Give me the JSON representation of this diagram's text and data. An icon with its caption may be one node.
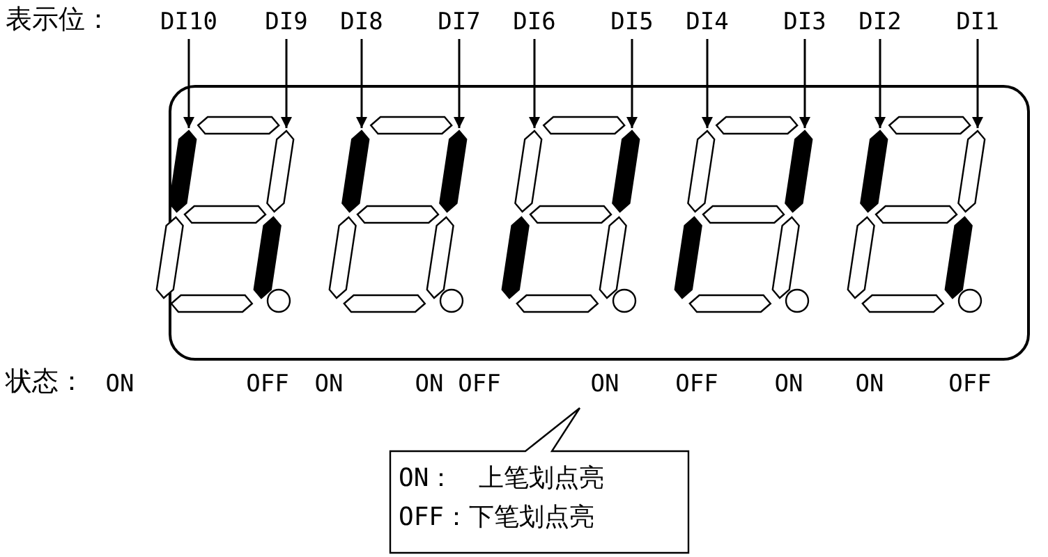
{
  "diagram": {
    "nodes": [
      {
        "text": [
          "DI10"
        ]
      },
      {
        "text": [
          "DI9"
        ]
      },
      {
        "text": [
          "DI8"
        ]
      },
      {
        "text": [
          "DI7"
        ]
      },
      {
        "text": [
          "DI6"
        ]
      },
      {
        "text": [
          "DI5"
        ]
      },
      {
        "text": [
          "DI4"
        ]
      },
      {
        "text": [
          "DI3"
        ]
      },
      {
        "text": [
          "DI2"
        ]
      },
      {
        "text": [
          "DI1"
        ]
      },
      {
        "text": [
          "ON：　上笔划点亮",
          "OFF：下笔划点亮"
        ]
      }
    ],
    "edges": [
      {
        "from": 0,
        "to": null,
        "arrow": "to"
      },
      {
        "from": 1,
        "to": null,
        "arrow": "to"
      },
      {
        "from": 2,
        "to": null,
        "arrow": "to"
      },
      {
        "from": 3,
        "to": null,
        "arrow": "to"
      },
      {
        "from": 4,
        "to": null,
        "arrow": "to"
      },
      {
        "from": 5,
        "to": null,
        "arrow": "to"
      },
      {
        "from": 6,
        "to": null,
        "arrow": "to"
      },
      {
        "from": 7,
        "to": null,
        "arrow": "to"
      },
      {
        "from": 8,
        "to": null,
        "arrow": "to"
      },
      {
        "from": 9,
        "to": null,
        "arrow": "to"
      }
    ],
    "labels": [
      "表示位：",
      "状态：",
      "ON",
      "OFF",
      "ON",
      "ON",
      "OFF",
      "ON",
      "OFF",
      "ON",
      "ON",
      "OFF"
    ]
  }
}
